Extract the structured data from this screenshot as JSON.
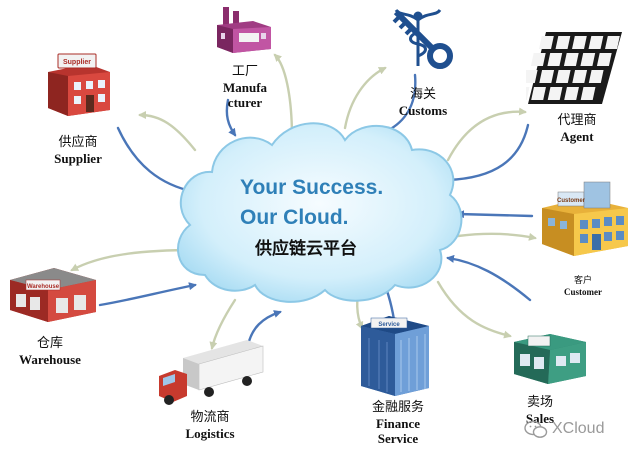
{
  "colors": {
    "cloud_fill": "#cfeefb",
    "cloud_stroke": "#8cc8e6",
    "slogan": "#2f80b8",
    "arrow_in": "#4a76b8",
    "arrow_out": "#c8cfb0"
  },
  "center": {
    "slogan_line1": "Your Success.",
    "slogan_line2": "Our Cloud.",
    "platform": "供应链云平台"
  },
  "nodes": {
    "manufacturer": {
      "cn": "工厂",
      "en1": "Manufa",
      "en2": "cturer"
    },
    "customs": {
      "cn": "海关",
      "en": "Customs"
    },
    "agent": {
      "cn": "代理商",
      "en": "Agent"
    },
    "supplier": {
      "cn": "供应商",
      "en": "Supplier",
      "sign": "Supplier"
    },
    "customer": {
      "cn": "客户",
      "en": "Customer",
      "sign": "Customer"
    },
    "warehouse": {
      "cn": "仓库",
      "en": "Warehouse",
      "sign": "Warehouse"
    },
    "logistics": {
      "cn": "物流商",
      "en": "Logistics"
    },
    "finance": {
      "cn": "金融服务",
      "en1": "Finance",
      "en2": "Service",
      "sign": "Service"
    },
    "sales": {
      "cn": "卖场",
      "en": "Sales"
    }
  },
  "watermark": {
    "text": "XCloud",
    "icon": "wechat-icon"
  }
}
